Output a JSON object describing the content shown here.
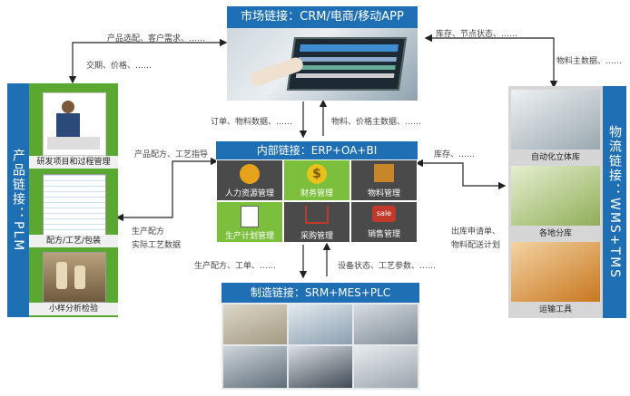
{
  "market": {
    "title": "市场链接：CRM/电商/移动APP"
  },
  "internal": {
    "title": "内部链接：ERP+OA+BI",
    "tiles": [
      "人力资源管理",
      "财务管理",
      "物料管理",
      "生产计划管理",
      "采购管理",
      "销售管理"
    ],
    "tile_colors": [
      "#e8a21a",
      "#7bbf3d",
      "#e8a21a",
      "#7bbf3d",
      "#4a4a4a",
      "#c0392b"
    ]
  },
  "manufacturing": {
    "title": "制造链接：SRM+MES+PLC"
  },
  "plm": {
    "title": "产品链接：PLM",
    "items": [
      "研发项目和过程管理",
      "配方/工艺/包装",
      "小样分析检验"
    ]
  },
  "logistics": {
    "title": "物流链接：WMS+TMS",
    "items": [
      "自动化立体库",
      "各地分库",
      "运输工具"
    ]
  },
  "labels": {
    "product_select": "产品选配、客户需求、……",
    "trade_price": "交期、价格、……",
    "stock_node": "库存、节点状态、……",
    "material_master_top": "物料主数据、……",
    "order_material": "订单、物料数据、……",
    "material_price": "物料、价格主数据、……",
    "formula_guide": "产品配方、工艺指导",
    "stock": "库存、……",
    "prod_formula": "生产配方",
    "actual_process": "实际工艺数据",
    "outbound_request": "出库申请单、",
    "material_plan": "物料配送计划",
    "prod_formula_order": "生产配方、工单、……",
    "device_status": "设备状态、工艺参数、……"
  },
  "colors": {
    "accent_blue": "#1f6fb4",
    "green": "#5aa832",
    "dark_bg": "#2c3e50"
  }
}
